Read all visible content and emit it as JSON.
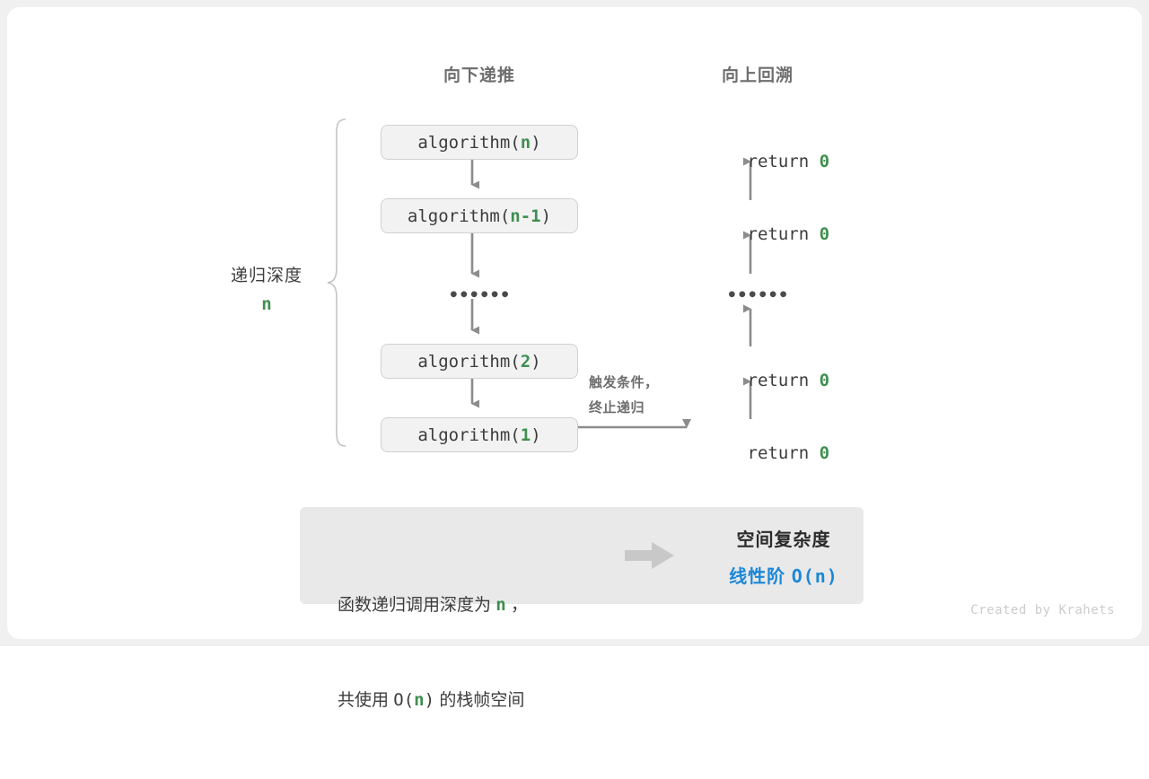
{
  "canvas": {
    "background": "#f0f0f0",
    "card_background": "#ffffff",
    "accent_green": "#3f8f4f",
    "accent_blue": "#1b87d8",
    "line_gray": "#8c8c8c",
    "box_fill": "#f2f2f2",
    "summary_fill": "#e9e9e9"
  },
  "headers": {
    "down": "向下递推",
    "up": "向上回溯"
  },
  "brace": {
    "title": "递归深度",
    "depth": "n"
  },
  "calls": [
    {
      "prefix": "algorithm(",
      "arg": "n",
      "suffix": ")"
    },
    {
      "prefix": "algorithm(",
      "arg": "n-1",
      "suffix": ")"
    },
    {
      "prefix": "algorithm(",
      "arg": "2",
      "suffix": ")"
    },
    {
      "prefix": "algorithm(",
      "arg": "1",
      "suffix": ")"
    }
  ],
  "ellipsis": "••••••",
  "returns": [
    {
      "keyword": "return ",
      "value": "0"
    },
    {
      "keyword": "return ",
      "value": "0"
    },
    {
      "keyword": "return ",
      "value": "0"
    },
    {
      "keyword": "return ",
      "value": "0"
    }
  ],
  "trigger_note": {
    "line1": "触发条件，",
    "line2": "终止递归"
  },
  "summary": {
    "left_line1_a": "函数递归调用深度为 ",
    "left_line1_hl": "n",
    "left_line1_b": " ，",
    "left_line2_a": "共使用 ",
    "left_line2_mono_a": "O(",
    "left_line2_hl": "n",
    "left_line2_mono_b": ")",
    "left_line2_b": " 的栈帧空间",
    "right_title": "空间复杂度",
    "right_value_label": "线性阶 ",
    "right_value_mono": "O(n)"
  },
  "footer": "Created by Krahets"
}
